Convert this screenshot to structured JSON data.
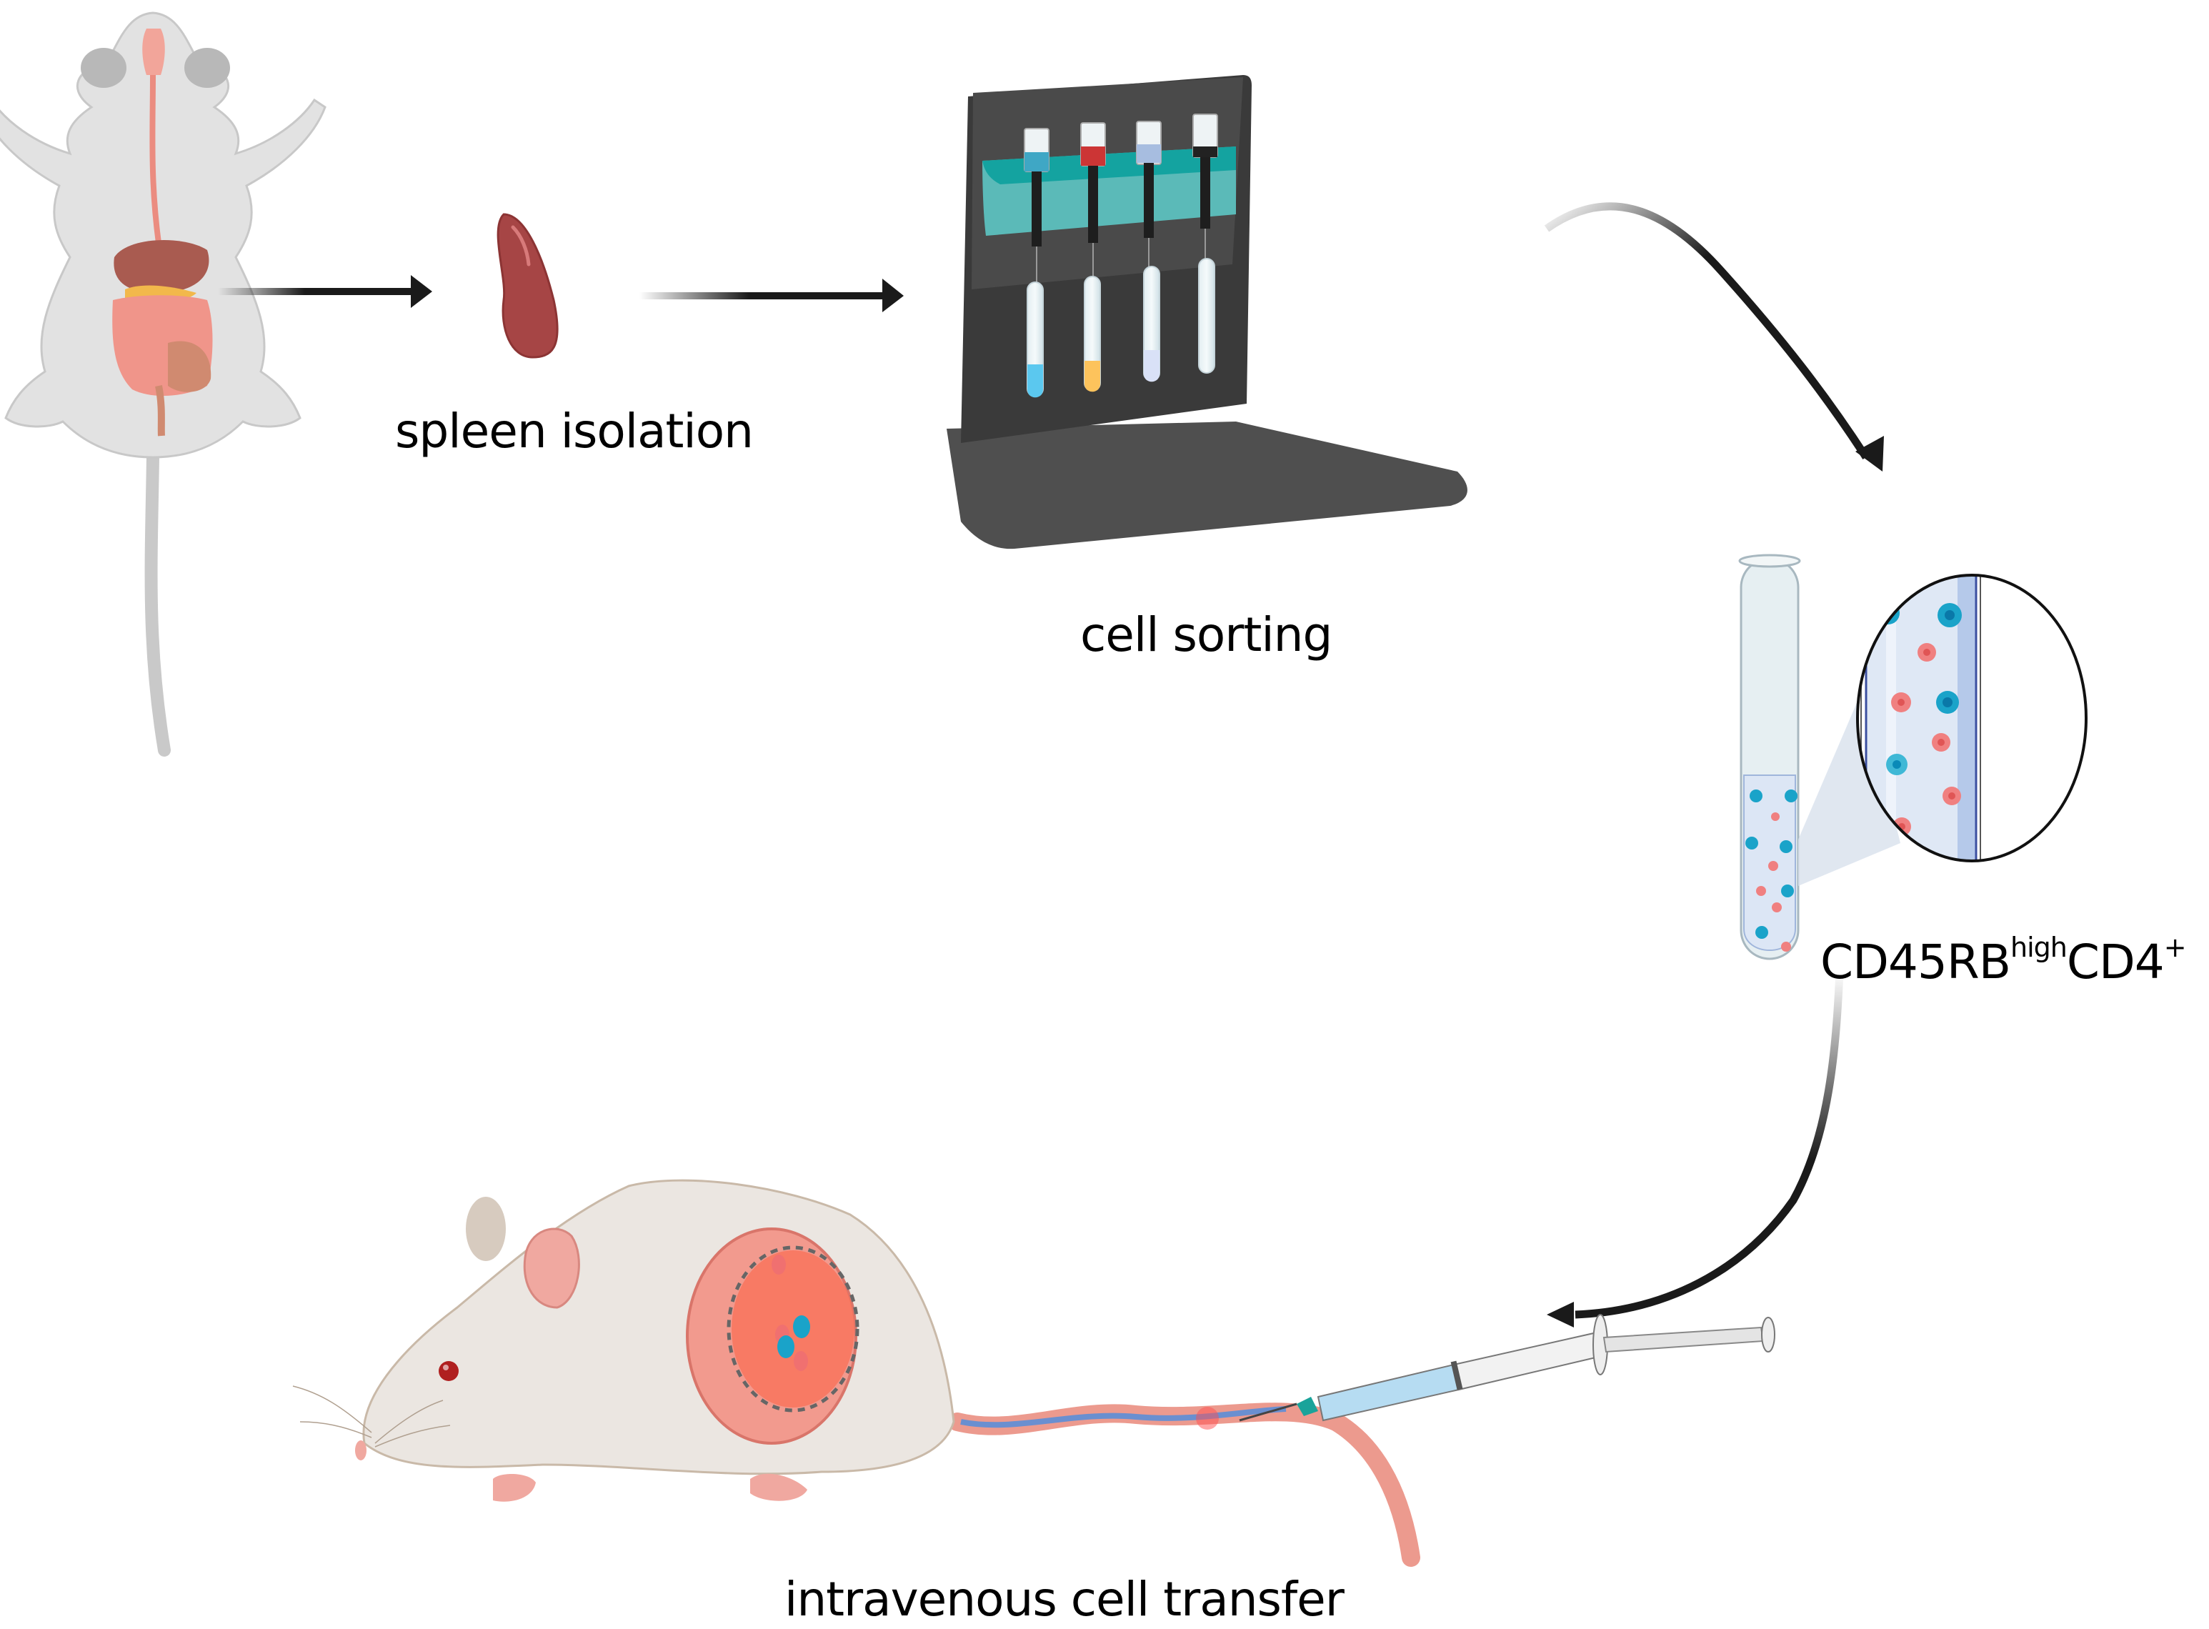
{
  "figure": {
    "type": "experimental workflow diagram",
    "steps": [
      {
        "id": "donor",
        "label": "",
        "icon": "dissected-mouse-icon"
      },
      {
        "id": "spleen",
        "label": "spleen isolation",
        "icon": "spleen-icon"
      },
      {
        "id": "sorting",
        "label": "cell sorting",
        "icon": "cell-sorter-rack-icon"
      },
      {
        "id": "population",
        "label_main": "CD45RB",
        "label_sup1": "high",
        "label_main2": "CD4",
        "label_sup2": "+",
        "icon": "test-tube-cells-icon"
      },
      {
        "id": "transfer",
        "label": "intravenous cell transfer",
        "icon": "recipient-mouse-syringe-icon"
      }
    ],
    "arrows": [
      {
        "from": "donor",
        "to": "spleen"
      },
      {
        "from": "spleen",
        "to": "sorting"
      },
      {
        "from": "sorting",
        "to": "population"
      },
      {
        "from": "population",
        "to": "transfer"
      }
    ],
    "colors": {
      "arrow": "#1a1a1a",
      "spleen": "#a64545",
      "sorter_frame": "#4a4a4a",
      "sorter_holder": "#5bbab8",
      "cell_blue": "#1aa3c9",
      "cell_red": "#f08080",
      "mouse_body": "#e8e4e0",
      "intestine": "#f29a8e",
      "tube_liquid": "#dce6f5"
    }
  }
}
